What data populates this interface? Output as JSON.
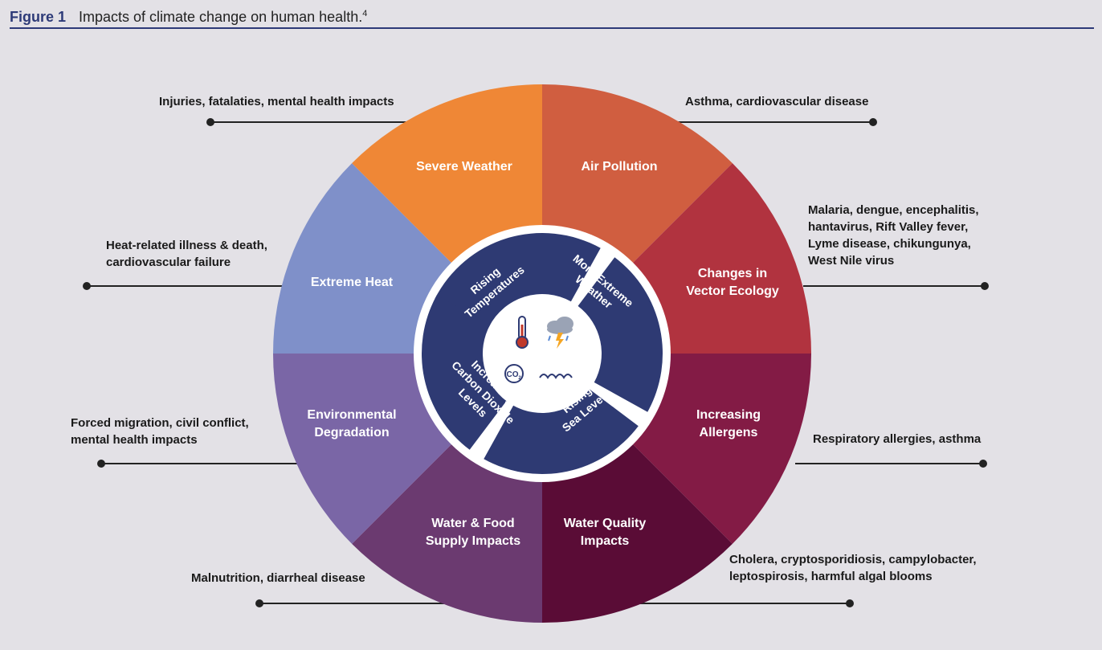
{
  "figure": {
    "label": "Figure 1",
    "caption": "Impacts of climate change on human health.",
    "citation": "4"
  },
  "segments": [
    {
      "id": "severe-weather",
      "lines": [
        "Severe Weather"
      ],
      "color": "#d05e40",
      "impact": [
        "Injuries, fatalaties, mental health impacts"
      ]
    },
    {
      "id": "air-pollution",
      "lines": [
        "Air Pollution"
      ],
      "color": "#b1333f",
      "impact": [
        "Asthma, cardiovascular disease"
      ]
    },
    {
      "id": "vector-ecology",
      "lines": [
        "Changes in",
        "Vector Ecology"
      ],
      "color": "#831b45",
      "impact": [
        "Malaria, dengue, encephalitis,",
        "hantavirus, Rift Valley fever,",
        "Lyme disease, chikungunya,",
        "West Nile virus"
      ]
    },
    {
      "id": "allergens",
      "lines": [
        "Increasing",
        "Allergens"
      ],
      "color": "#5a0c36",
      "impact": [
        "Respiratory allergies, asthma"
      ]
    },
    {
      "id": "water-quality",
      "lines": [
        "Water Quality",
        "Impacts"
      ],
      "color": "#6b3a70",
      "impact": [
        "Cholera, cryptosporidiosis, campylobacter,",
        "leptospirosis, harmful algal blooms"
      ]
    },
    {
      "id": "water-food",
      "lines": [
        "Water & Food",
        "Supply Impacts"
      ],
      "color": "#7a66a6",
      "impact": [
        "Malnutrition, diarrheal disease"
      ]
    },
    {
      "id": "environmental",
      "lines": [
        "Environmental",
        "Degradation"
      ],
      "color": "#7f90c9",
      "impact": [
        "Forced migration, civil conflict,",
        "mental health impacts"
      ]
    },
    {
      "id": "extreme-heat",
      "lines": [
        "Extreme Heat"
      ],
      "color": "#ef8736",
      "impact": [
        "Heat-related illness & death,",
        "cardiovascular failure"
      ]
    }
  ],
  "drivers": [
    {
      "id": "rising-temperatures",
      "lines": [
        "Rising",
        "Temperatures"
      ]
    },
    {
      "id": "more-extreme-weather",
      "lines": [
        "More Extreme",
        "Weather"
      ]
    },
    {
      "id": "rising-sea-levels",
      "lines": [
        "Rising",
        "Sea Levels"
      ]
    },
    {
      "id": "increasing-co2",
      "lines": [
        "Increasing",
        "Carbon Dioxide",
        "Levels"
      ]
    }
  ],
  "icons": [
    "thermometer-icon",
    "storm-cloud-icon",
    "co2-icon",
    "waves-icon"
  ],
  "co2_symbol": "CO",
  "co2_subscript": "2",
  "inner_color": "#2e3a73"
}
